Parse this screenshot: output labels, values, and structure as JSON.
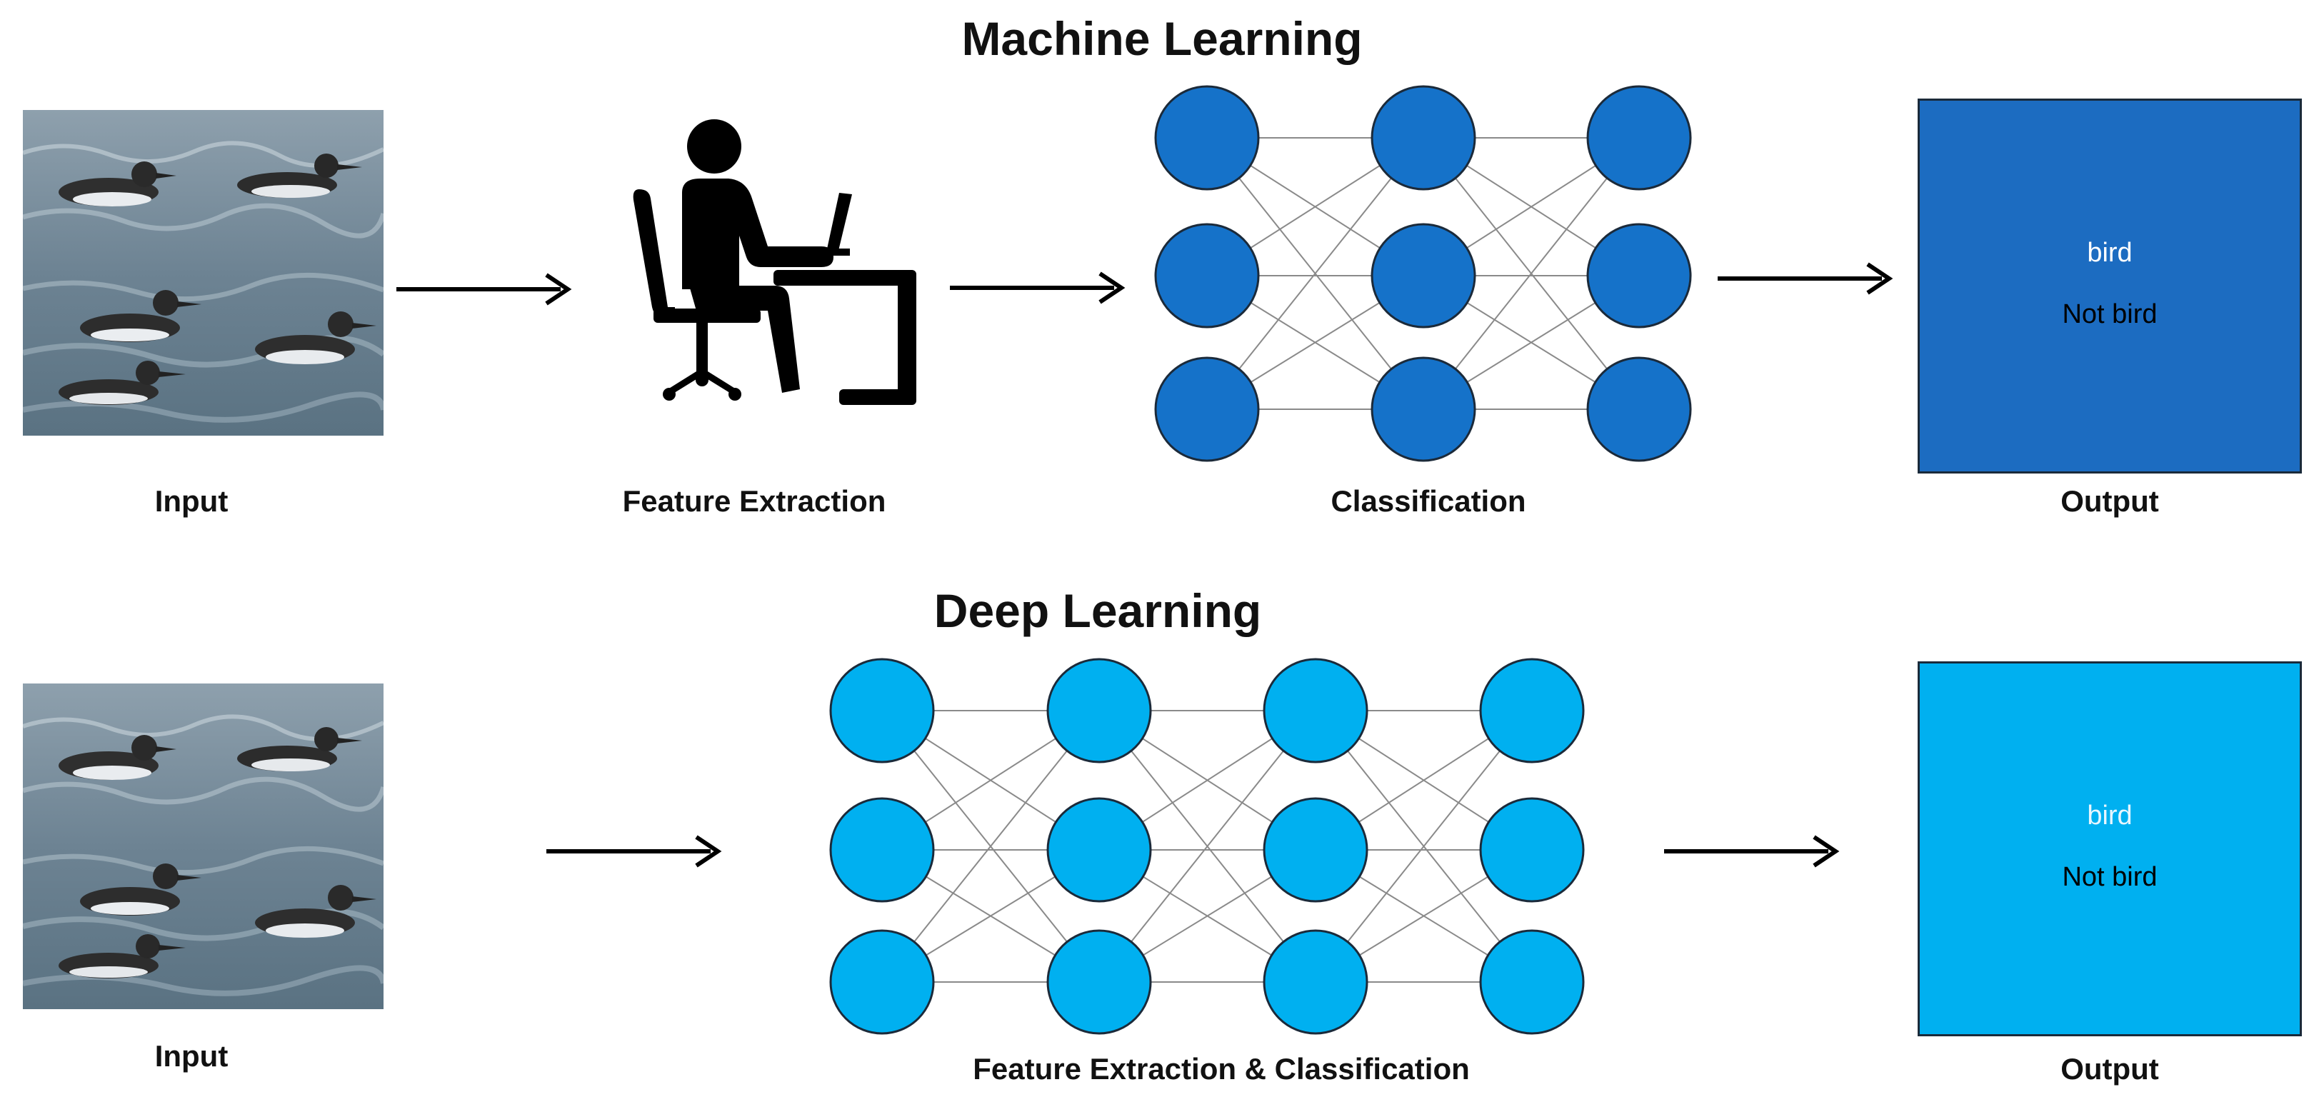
{
  "ml": {
    "title": "Machine Learning",
    "input_label": "Input",
    "feature_label": "Feature Extraction",
    "classification_label": "Classification",
    "output_label": "Output",
    "output_line1": "bird",
    "output_line2": "Not bird",
    "node_color": "#1572c9",
    "output_color": "#1c6cc1"
  },
  "dl": {
    "title": "Deep Learning",
    "input_label": "Input",
    "network_label": "Feature Extraction & Classification",
    "output_label": "Output",
    "output_line1": "bird",
    "output_line2": "Not bird",
    "node_color": "#00b0f0",
    "output_color": "#00b0f0"
  },
  "icons": {
    "person": "person-at-computer-icon",
    "arrow": "right-arrow-icon"
  }
}
